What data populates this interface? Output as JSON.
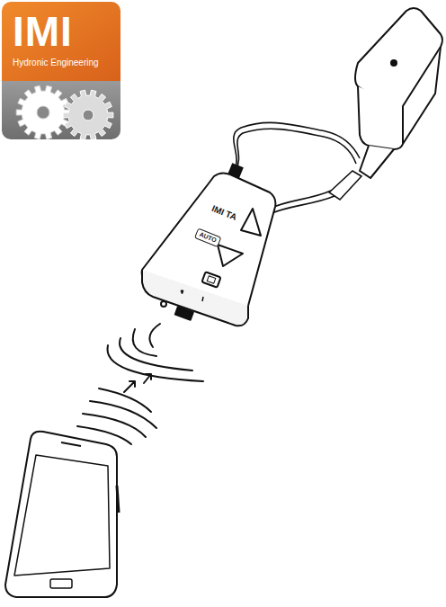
{
  "diagram": {
    "nodes": [
      {
        "text": [
          "IMI",
          "Hydronic Engineering"
        ]
      },
      {
        "text": [
          "IMI TA"
        ]
      },
      {
        "text": [
          "AUTO"
        ],
        "in": 1
      }
    ]
  }
}
